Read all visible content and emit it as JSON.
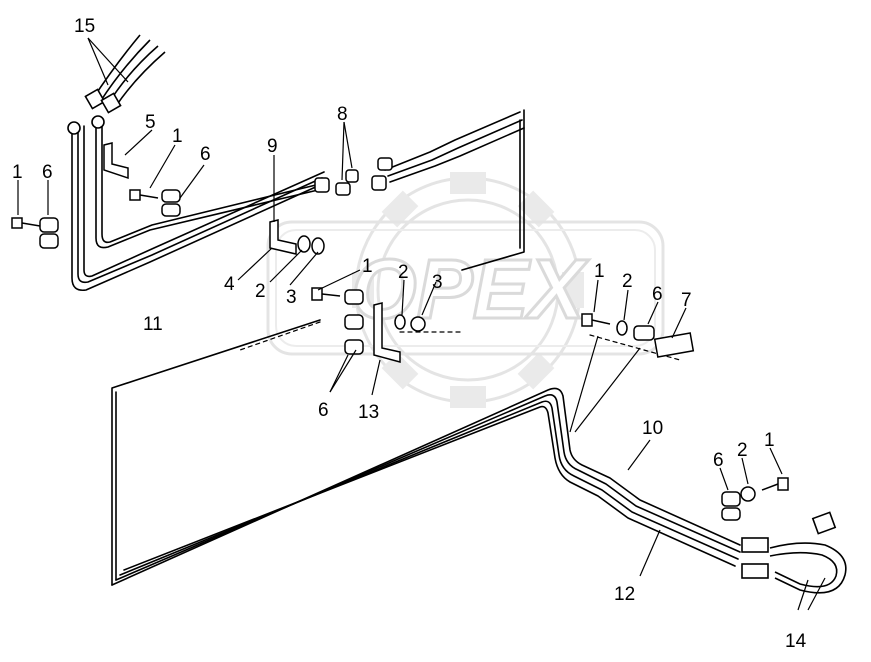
{
  "watermark": {
    "text": "OPEX",
    "color": "#c8c8c8"
  },
  "colors": {
    "line": "#000000",
    "background": "#ffffff",
    "watermark": "#cfcfcf"
  },
  "callouts": [
    {
      "id": "c15a",
      "text": "15"
    },
    {
      "id": "c5",
      "text": "5"
    },
    {
      "id": "c1a",
      "text": "1"
    },
    {
      "id": "c6a",
      "text": "6"
    },
    {
      "id": "c1b",
      "text": "1"
    },
    {
      "id": "c6b",
      "text": "6"
    },
    {
      "id": "c9",
      "text": "9"
    },
    {
      "id": "c8",
      "text": "8"
    },
    {
      "id": "c4",
      "text": "4"
    },
    {
      "id": "c2a",
      "text": "2"
    },
    {
      "id": "c3a",
      "text": "3"
    },
    {
      "id": "c11",
      "text": "11"
    },
    {
      "id": "c1c",
      "text": "1"
    },
    {
      "id": "c2b",
      "text": "2"
    },
    {
      "id": "c3b",
      "text": "3"
    },
    {
      "id": "c1d",
      "text": "1"
    },
    {
      "id": "c2c",
      "text": "2"
    },
    {
      "id": "c6c",
      "text": "6"
    },
    {
      "id": "c7",
      "text": "7"
    },
    {
      "id": "c6d",
      "text": "6"
    },
    {
      "id": "c13",
      "text": "13"
    },
    {
      "id": "c10",
      "text": "10"
    },
    {
      "id": "c6e",
      "text": "6"
    },
    {
      "id": "c2d",
      "text": "2"
    },
    {
      "id": "c1e",
      "text": "1"
    },
    {
      "id": "c12",
      "text": "12"
    },
    {
      "id": "c14",
      "text": "14"
    }
  ]
}
